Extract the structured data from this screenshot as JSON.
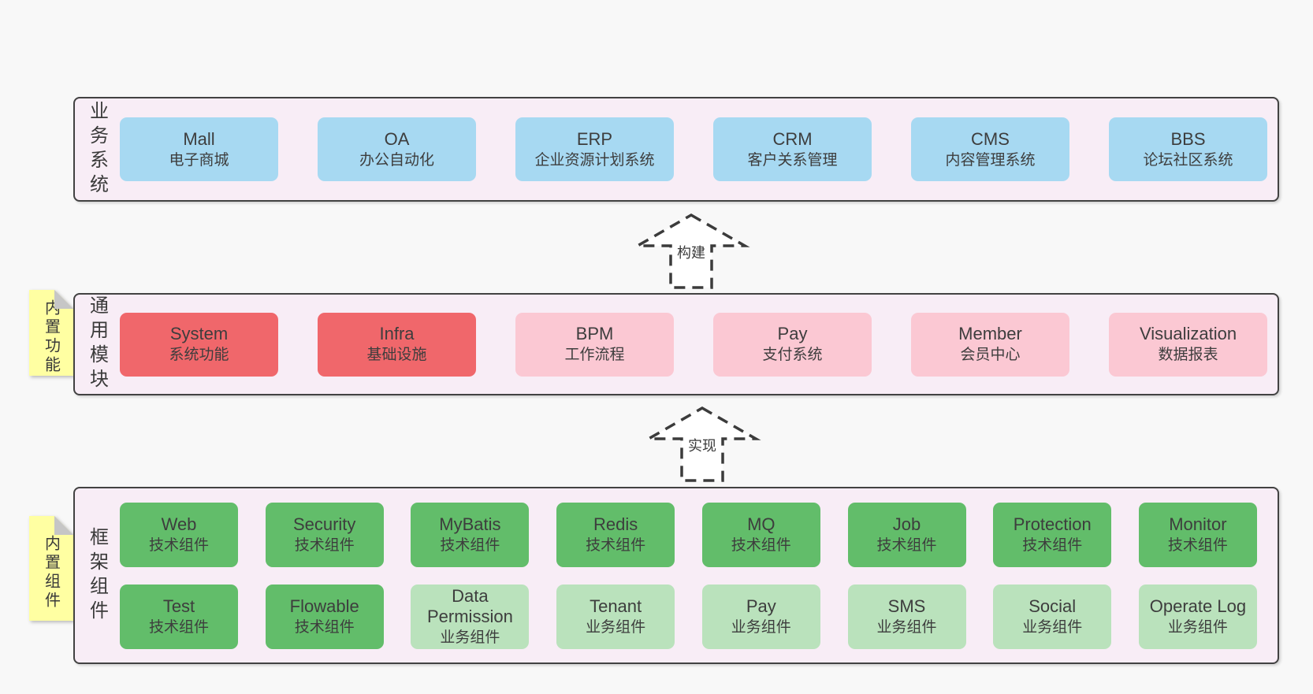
{
  "diagram": {
    "layers": [
      {
        "side_label": "业务系统",
        "boxes": [
          {
            "name": "Mall",
            "desc": "电子商城"
          },
          {
            "name": "OA",
            "desc": "办公自动化"
          },
          {
            "name": "ERP",
            "desc": "企业资源计划系统"
          },
          {
            "name": "CRM",
            "desc": "客户关系管理"
          },
          {
            "name": "CMS",
            "desc": "内容管理系统"
          },
          {
            "name": "BBS",
            "desc": "论坛社区系统"
          }
        ]
      },
      {
        "side_label": "通用模块",
        "note": "内置功能",
        "boxes": [
          {
            "name": "System",
            "desc": "系统功能"
          },
          {
            "name": "Infra",
            "desc": "基础设施"
          },
          {
            "name": "BPM",
            "desc": "工作流程"
          },
          {
            "name": "Pay",
            "desc": "支付系统"
          },
          {
            "name": "Member",
            "desc": "会员中心"
          },
          {
            "name": "Visualization",
            "desc": "数据报表"
          }
        ]
      },
      {
        "side_label": "框架组件",
        "note": "内置组件",
        "rows": [
          [
            {
              "name": "Web",
              "desc": "技术组件"
            },
            {
              "name": "Security",
              "desc": "技术组件"
            },
            {
              "name": "MyBatis",
              "desc": "技术组件"
            },
            {
              "name": "Redis",
              "desc": "技术组件"
            },
            {
              "name": "MQ",
              "desc": "技术组件"
            },
            {
              "name": "Job",
              "desc": "技术组件"
            },
            {
              "name": "Protection",
              "desc": "技术组件"
            },
            {
              "name": "Monitor",
              "desc": "技术组件"
            }
          ],
          [
            {
              "name": "Test",
              "desc": "技术组件"
            },
            {
              "name": "Flowable",
              "desc": "技术组件"
            },
            {
              "name": "Data Permission",
              "desc": "业务组件"
            },
            {
              "name": "Tenant",
              "desc": "业务组件"
            },
            {
              "name": "Pay",
              "desc": "业务组件"
            },
            {
              "name": "SMS",
              "desc": "业务组件"
            },
            {
              "name": "Social",
              "desc": "业务组件"
            },
            {
              "name": "Operate Log",
              "desc": "业务组件"
            }
          ]
        ]
      }
    ],
    "arrows": [
      {
        "label": "构建"
      },
      {
        "label": "实现"
      }
    ],
    "colors": {
      "business_system_box": "#a7d9f2",
      "core_module_box": "#f0676b",
      "module_box": "#fbc8d3",
      "tech_component_box": "#62bd6a",
      "biz_component_box": "#bae2bc",
      "sticky_note": "#ffffa2",
      "layer_background": "#f8edf6",
      "layer_border": "#424242",
      "page_background": "#f8f8f8"
    }
  }
}
